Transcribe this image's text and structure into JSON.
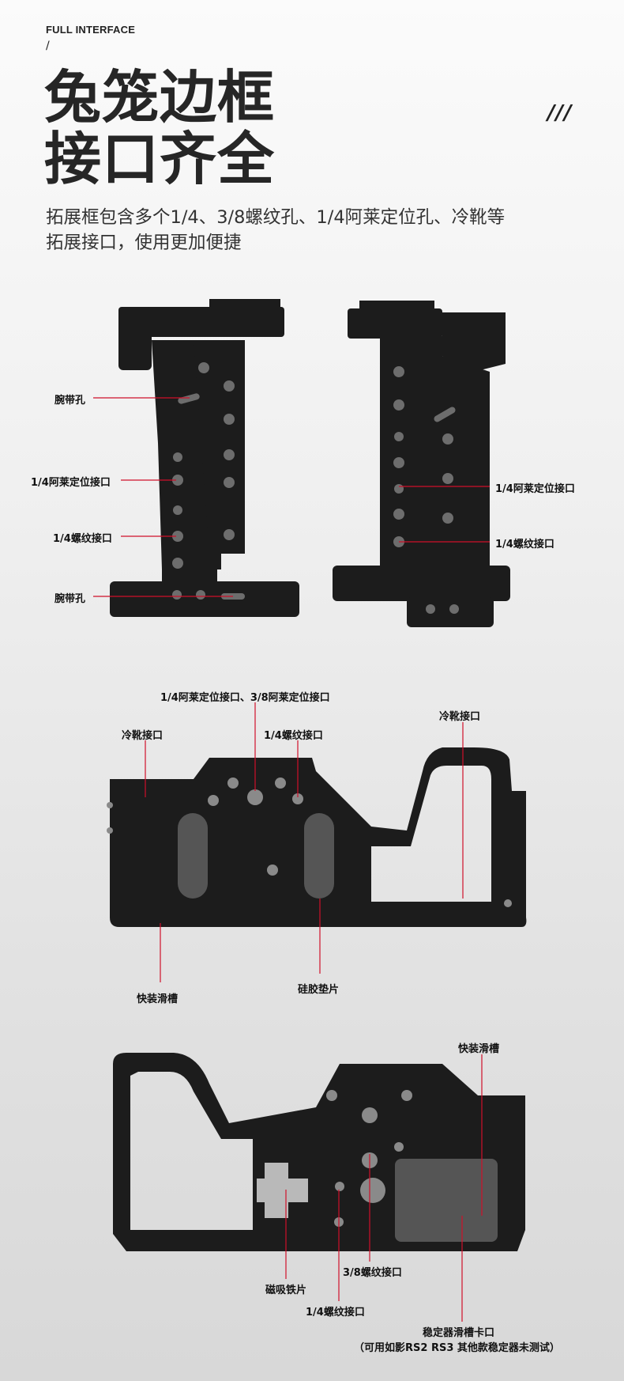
{
  "header": {
    "eyebrow": "FULL INTERFACE",
    "eyebrow_slash": "/",
    "title_line1": "兔笼边框",
    "title_line2": "接口齐全",
    "decoration": "///",
    "subtitle_line1": "拓展框包含多个1/4、3/8螺纹孔、1/4阿莱定位孔、冷靴等",
    "subtitle_line2": "拓展接口，使用更加便捷"
  },
  "side_views": {
    "left": [
      "腕带孔",
      "1/4阿莱定位接口",
      "1/4螺纹接口",
      "腕带孔"
    ],
    "right": [
      "1/4阿莱定位接口",
      "1/4螺纹接口"
    ]
  },
  "bottom_view": {
    "arri_label": "1/4阿莱定位接口、3/8阿莱定位接口",
    "cold_shoe_left": "冷靴接口",
    "thread_14": "1/4螺纹接口",
    "cold_shoe_right": "冷靴接口",
    "quick_release": "快装滑槽",
    "silicone_pad": "硅胶垫片"
  },
  "top_view": {
    "quick_release": "快装滑槽",
    "magnet": "磁吸铁片",
    "thread_38": "3/8螺纹接口",
    "thread_14": "1/4螺纹接口",
    "stabilizer_slot": "稳定器滑槽卡口",
    "stabilizer_note": "（可用如影RS2 RS3 其他款稳定器未测试）"
  },
  "colors": {
    "accent_line": "#d0102a",
    "product": "#1c1c1c"
  }
}
